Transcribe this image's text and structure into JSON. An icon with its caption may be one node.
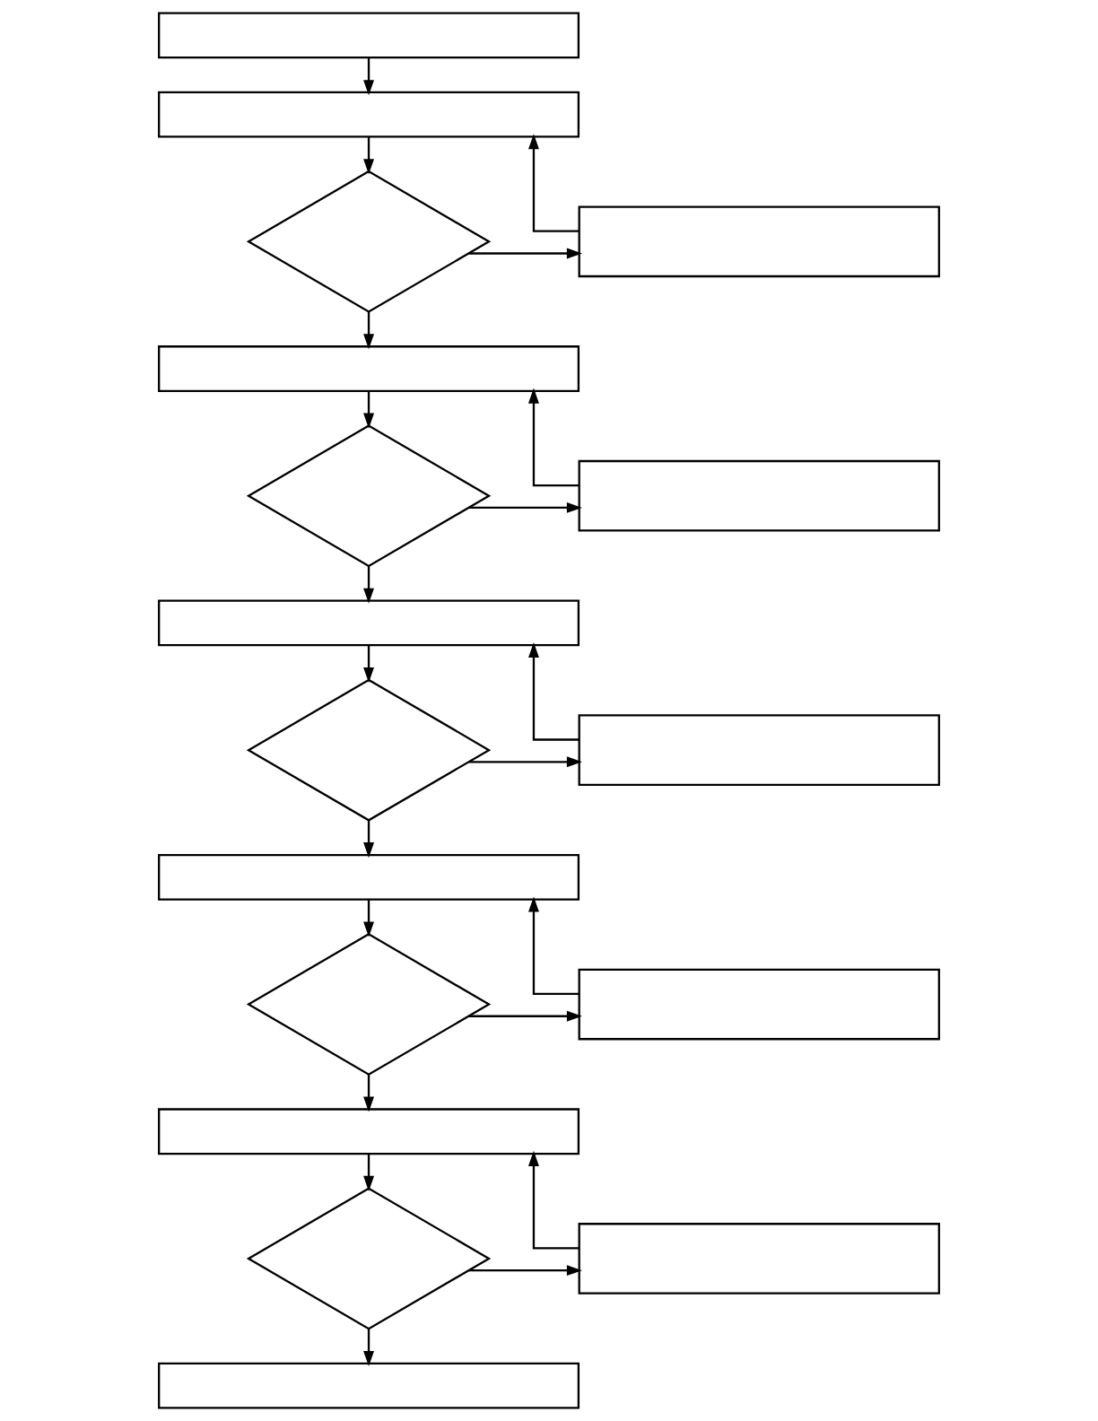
{
  "diagram": {
    "nodes": [
      {
        "text": [],
        "shape": "box"
      },
      {
        "text": [],
        "shape": "box"
      },
      {
        "text": [],
        "shape": "diamond"
      },
      {
        "text": [],
        "shape": "box"
      },
      {
        "text": [],
        "shape": "box"
      },
      {
        "text": [],
        "shape": "diamond"
      },
      {
        "text": [],
        "shape": "box"
      },
      {
        "text": [],
        "shape": "box"
      },
      {
        "text": [],
        "shape": "diamond"
      },
      {
        "text": [],
        "shape": "box"
      },
      {
        "text": [],
        "shape": "box"
      },
      {
        "text": [],
        "shape": "diamond"
      },
      {
        "text": [],
        "shape": "box"
      },
      {
        "text": [],
        "shape": "box"
      },
      {
        "text": [],
        "shape": "diamond"
      },
      {
        "text": [],
        "shape": "box"
      },
      {
        "text": [],
        "shape": "box"
      }
    ],
    "edges": [
      {
        "from": 0,
        "to": 1,
        "arrow": "to"
      },
      {
        "from": 1,
        "to": 2,
        "arrow": "to"
      },
      {
        "from": 2,
        "to": 3,
        "arrow": "to"
      },
      {
        "from": 3,
        "to": 1,
        "arrow": "to"
      },
      {
        "from": 2,
        "to": 4,
        "arrow": "to"
      },
      {
        "from": 4,
        "to": 5,
        "arrow": "to"
      },
      {
        "from": 5,
        "to": 6,
        "arrow": "to"
      },
      {
        "from": 6,
        "to": 4,
        "arrow": "to"
      },
      {
        "from": 5,
        "to": 7,
        "arrow": "to"
      },
      {
        "from": 7,
        "to": 8,
        "arrow": "to"
      },
      {
        "from": 8,
        "to": 9,
        "arrow": "to"
      },
      {
        "from": 9,
        "to": 7,
        "arrow": "to"
      },
      {
        "from": 8,
        "to": 10,
        "arrow": "to"
      },
      {
        "from": 10,
        "to": 11,
        "arrow": "to"
      },
      {
        "from": 11,
        "to": 12,
        "arrow": "to"
      },
      {
        "from": 12,
        "to": 10,
        "arrow": "to"
      },
      {
        "from": 11,
        "to": 13,
        "arrow": "to"
      },
      {
        "from": 13,
        "to": 14,
        "arrow": "to"
      },
      {
        "from": 14,
        "to": 15,
        "arrow": "to"
      },
      {
        "from": 15,
        "to": 13,
        "arrow": "to"
      },
      {
        "from": 14,
        "to": 16,
        "arrow": "to"
      }
    ]
  }
}
